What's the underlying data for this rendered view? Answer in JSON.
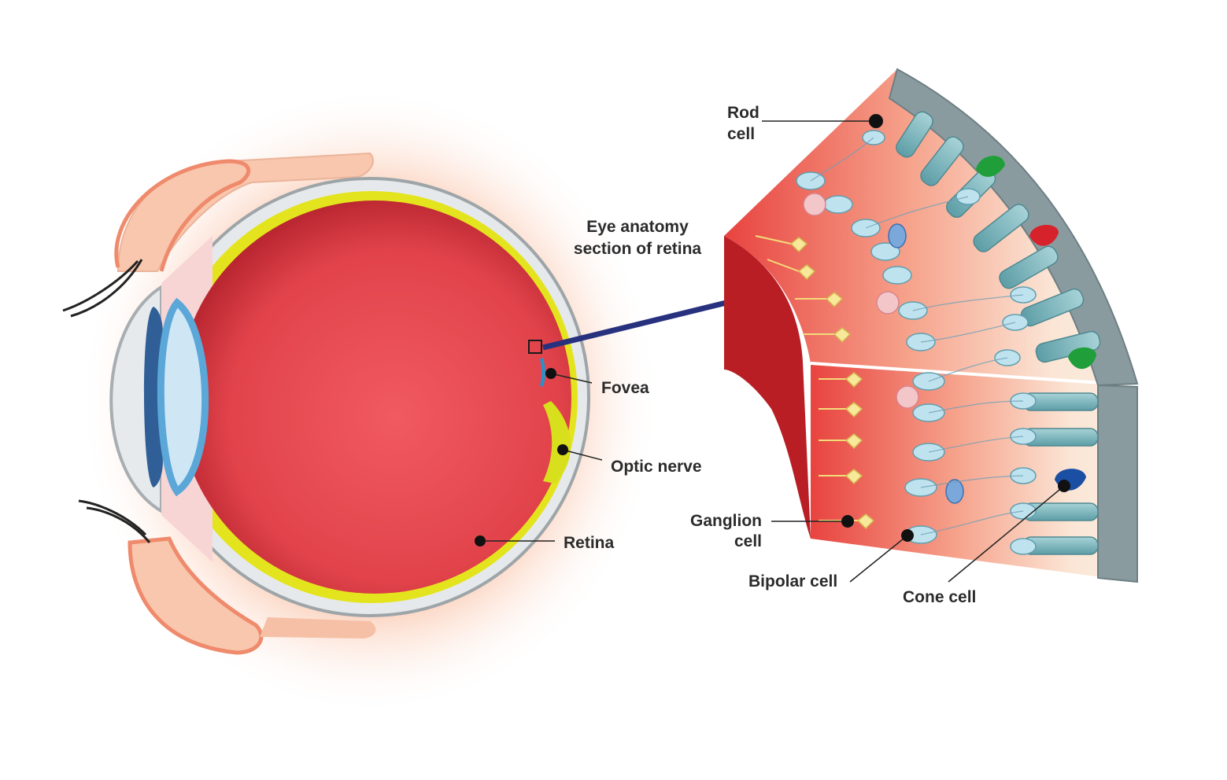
{
  "title": {
    "line1": "Eye anatomy",
    "line2": "section of retina"
  },
  "labels": {
    "fovea": "Fovea",
    "optic_nerve": "Optic nerve",
    "retina": "Retina",
    "rod_cell_line1": "Rod",
    "rod_cell_line2": "cell",
    "ganglion_cell_line1": "Ganglion",
    "ganglion_cell_line2": "cell",
    "bipolar_cell": "Bipolar cell",
    "cone_cell": "Cone cell"
  },
  "colors": {
    "eyeball_red": "#d8323f",
    "lens_blue": "#5aa7d8",
    "retina_yellow": "#e6e61e",
    "arrow_navy": "#27317e",
    "sclera_gray": "#8a9ba0",
    "rod_teal": "#78b4bc",
    "cone_green": "#1f9e3a",
    "cone_red": "#d6222a",
    "cone_blue": "#1b4fa3",
    "skin_peach": "#f7c3a6"
  }
}
